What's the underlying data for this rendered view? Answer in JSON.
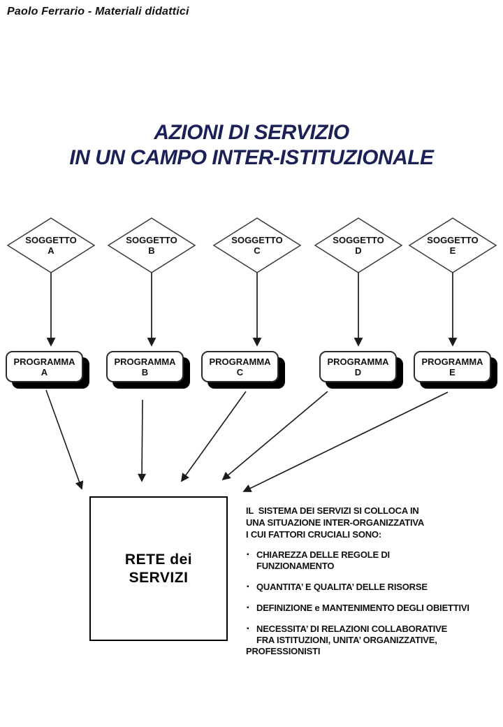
{
  "header": {
    "credit": "Paolo Ferrario - Materiali didattici"
  },
  "title": {
    "line1": "AZIONI DI SERVIZIO",
    "line2": "IN UN CAMPO INTER-ISTITUZIONALE",
    "color": "#1b2157"
  },
  "diagram": {
    "subjects": [
      {
        "name": "SOGGETTO",
        "letter": "A"
      },
      {
        "name": "SOGGETTO",
        "letter": "B"
      },
      {
        "name": "SOGGETTO",
        "letter": "C"
      },
      {
        "name": "SOGGETTO",
        "letter": "D"
      },
      {
        "name": "SOGGETTO",
        "letter": "E"
      }
    ],
    "programs": [
      {
        "name": "PROGRAMMA",
        "letter": "A"
      },
      {
        "name": "PROGRAMMA",
        "letter": "B"
      },
      {
        "name": "PROGRAMMA",
        "letter": "C"
      },
      {
        "name": "PROGRAMMA",
        "letter": "D"
      },
      {
        "name": "PROGRAMMA",
        "letter": "E"
      }
    ],
    "network": {
      "line1": "RETE dei",
      "line2": "SERVIZI"
    },
    "line_color": "#1a1a1a",
    "shadow_color": "#000000"
  },
  "side_note": {
    "intro": "IL  SISTEMA DEI SERVIZI SI COLLOCA IN\nUNA SITUAZIONE INTER-ORGANIZZATIVA\nI CUI FATTORI CRUCIALI SONO:",
    "bullet_char": "▪",
    "bullets": [
      {
        "lines": [
          "CHIAREZZA DELLE REGOLE DI",
          "FUNZIONAMENTO"
        ]
      },
      {
        "lines": [
          "QUANTITA’ E QUALITA’ DELLE RISORSE"
        ]
      },
      {
        "lines": [
          "DEFINIZIONE e MANTENIMENTO DEGLI OBIETTIVI"
        ]
      },
      {
        "lines": [
          "NECESSITA’ DI RELAZIONI COLLABORATIVE",
          "FRA ISTITUZIONI, UNITA’ ORGANIZZATIVE,",
          "PROFESSIONISTI"
        ]
      }
    ]
  }
}
